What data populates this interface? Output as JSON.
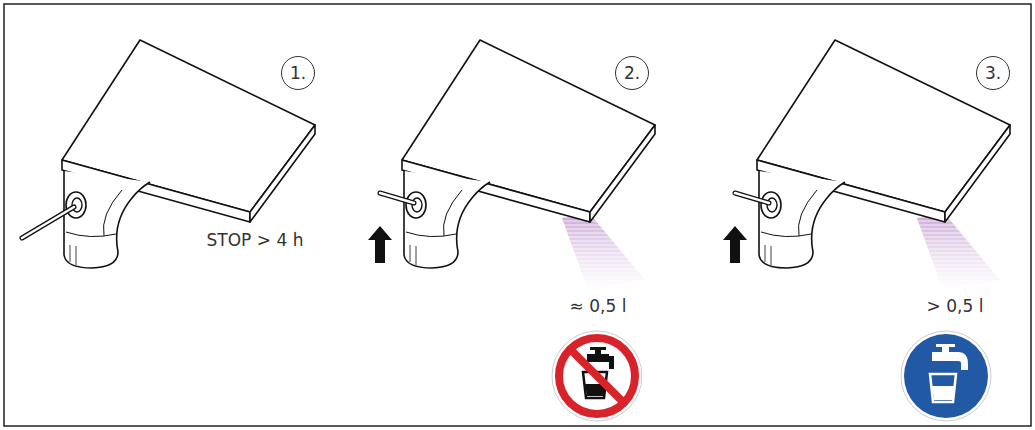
{
  "diagram": {
    "nodes": [
      {
        "text": [
          "1."
        ]
      },
      {
        "text": [
          "2."
        ]
      },
      {
        "text": [
          "3."
        ]
      }
    ],
    "labels": [
      "STOP > 4 h",
      "≈ 0,5 l",
      "> 0,5 l"
    ]
  }
}
